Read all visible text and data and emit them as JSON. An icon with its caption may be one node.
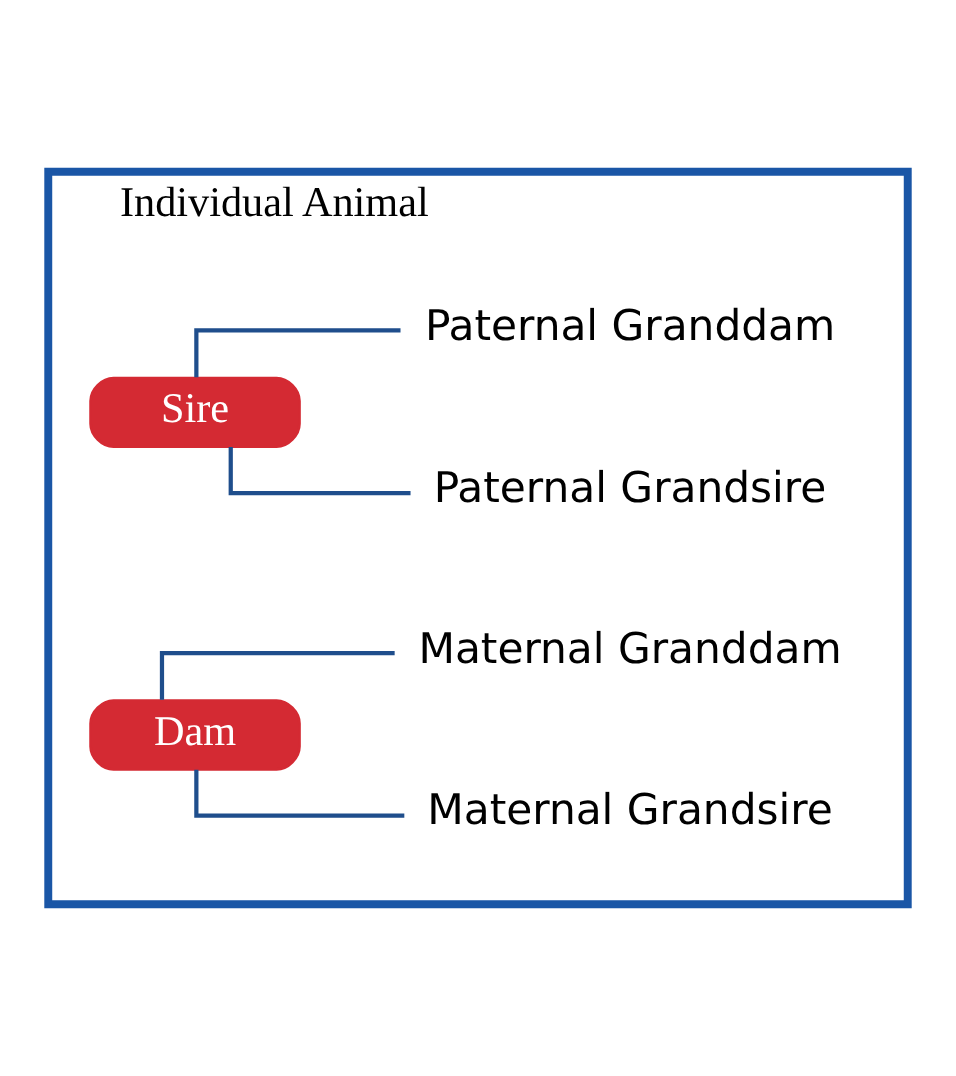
{
  "diagram": {
    "nodes": [
      {
        "text": [
          "Individual Animal"
        ]
      },
      {
        "text": [
          "Sire"
        ],
        "in": 0
      },
      {
        "text": [
          "Paternal Grandsire"
        ],
        "in": 0
      },
      {
        "text": [
          "Paternal Granddam"
        ],
        "in": 0
      },
      {
        "text": [
          "Dam"
        ],
        "in": 0
      },
      {
        "text": [
          "Maternal Grandsire"
        ],
        "in": 0
      },
      {
        "text": [
          "Maternal Granddam"
        ],
        "in": 0
      }
    ],
    "edges": [
      {
        "from": 1,
        "to": 2,
        "arrow": "none"
      },
      {
        "from": 1,
        "to": 3,
        "arrow": "none"
      },
      {
        "from": 4,
        "to": 5,
        "arrow": "none"
      },
      {
        "from": 4,
        "to": 6,
        "arrow": "none"
      }
    ]
  }
}
